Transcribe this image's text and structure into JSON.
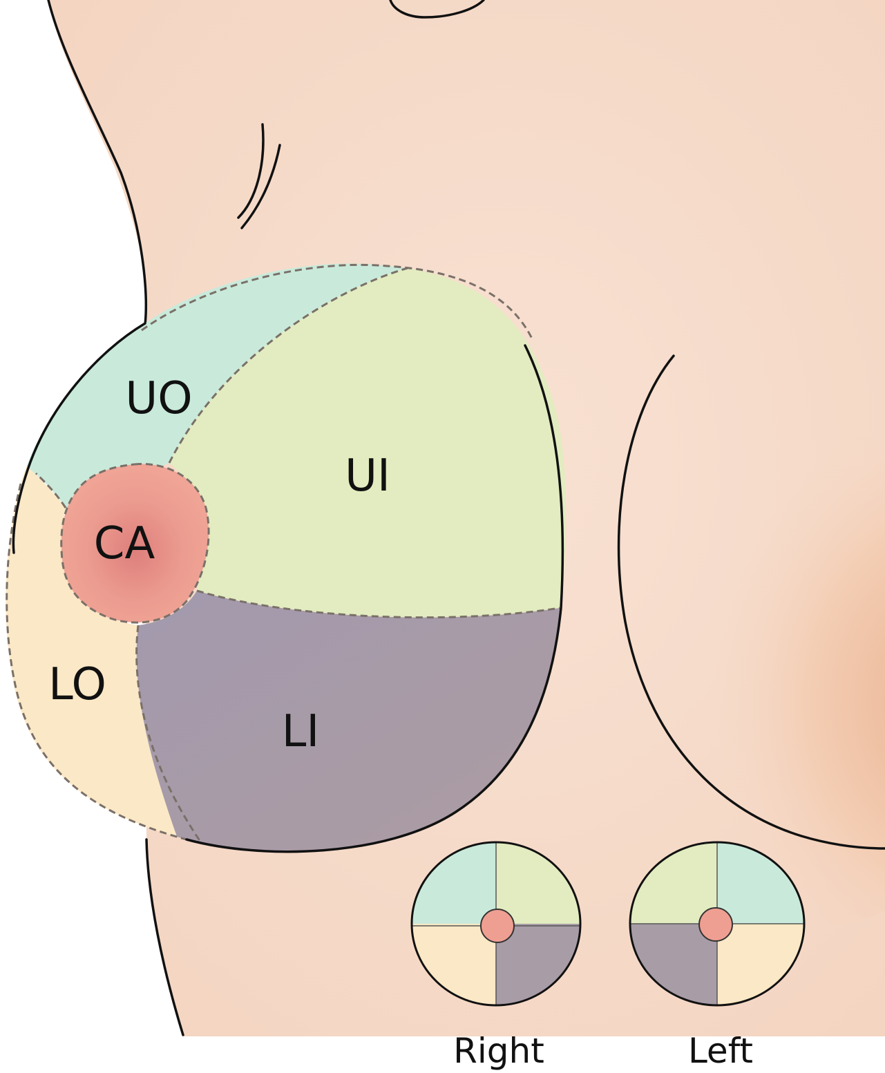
{
  "colors": {
    "skin": "#f6dcca",
    "skin_shadow": "#eebc98",
    "upper_outer": "#c9eadb",
    "upper_inner": "#e2ecc0",
    "central": "#ef9f92",
    "lower_outer": "#fbe8c6",
    "lower_inner": "#a89ca6",
    "outline": "#111111",
    "region_border": "#7a7068"
  },
  "regions": {
    "uo": "UO",
    "ui": "UI",
    "ca": "CA",
    "lo": "LO",
    "li": "LI"
  },
  "legend": {
    "right_label": "Right",
    "left_label": "Left"
  }
}
